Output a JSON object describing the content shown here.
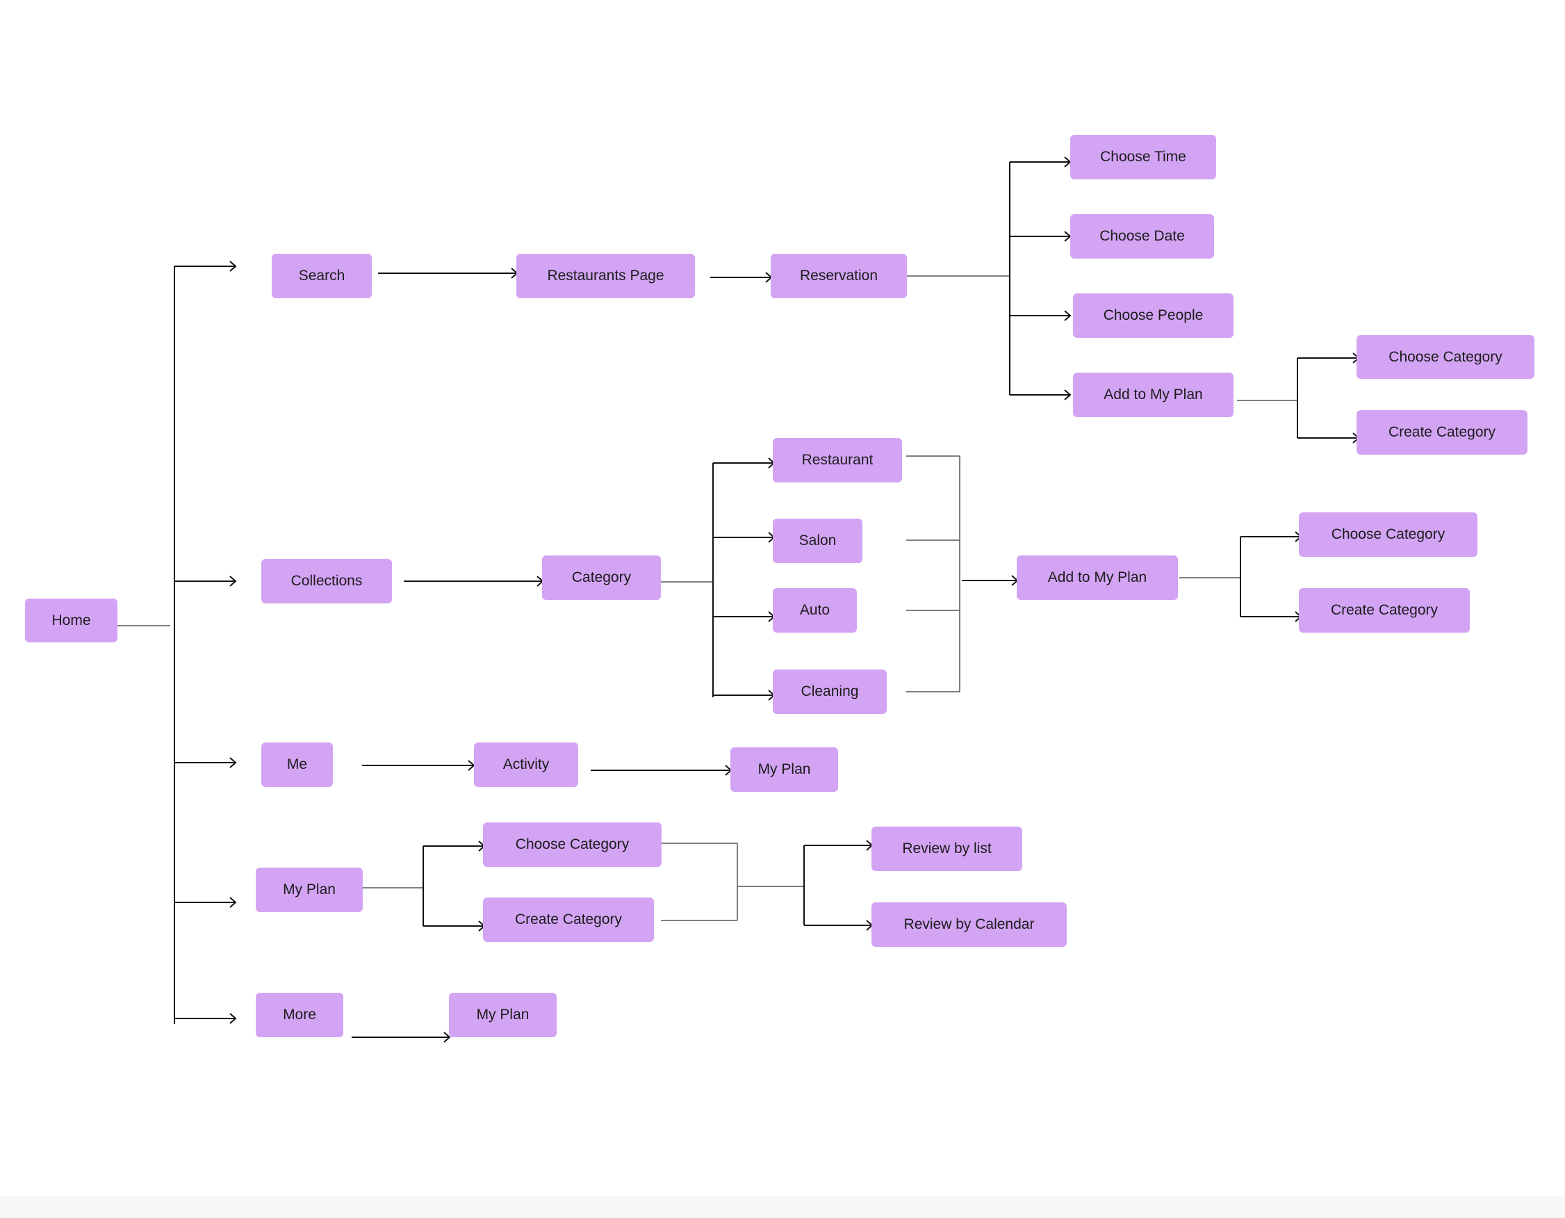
{
  "diagram": {
    "colors": {
      "node_fill": "#d3a4f4",
      "line": "#555555",
      "text": "#1c1c1c",
      "background": "#ffffff"
    },
    "nodes": {
      "home": "Home",
      "search": "Search",
      "restaurants_page": "Restaurants Page",
      "reservation": "Reservation",
      "choose_time": "Choose Time",
      "choose_date": "Choose Date",
      "choose_people": "Choose People",
      "add_to_my_plan_1": "Add to My Plan",
      "choose_category_1": "Choose Category",
      "create_category_1": "Create Category",
      "collections": "Collections",
      "category": "Category",
      "restaurant": "Restaurant",
      "salon": "Salon",
      "auto": "Auto",
      "cleaning": "Cleaning",
      "add_to_my_plan_2": "Add to My Plan",
      "choose_category_2": "Choose Category",
      "create_category_2": "Create Category",
      "me": "Me",
      "activity": "Activity",
      "my_plan_activity": "My Plan",
      "my_plan": "My Plan",
      "choose_category_3": "Choose Category",
      "create_category_3": "Create Category",
      "review_by_list": "Review by list",
      "review_by_calendar": "Review by Calendar",
      "more": "More",
      "my_plan_more": "My Plan"
    }
  }
}
